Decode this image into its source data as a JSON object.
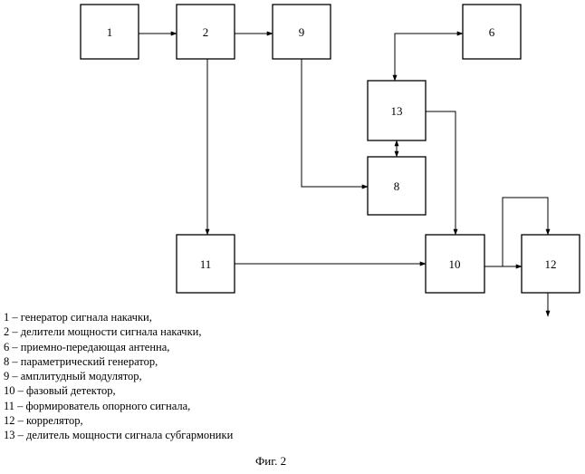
{
  "blocks": {
    "b1": "1",
    "b2": "2",
    "b9": "9",
    "b6": "6",
    "b13": "13",
    "b8": "8",
    "b11": "11",
    "b10": "10",
    "b12": "12"
  },
  "legend": [
    "1 – генератор сигнала накачки,",
    "2 – делители мощности сигнала накачки,",
    "6 – приемно-передающая антенна,",
    "8 – параметрический генератор,",
    "9 – амплитудный модулятор,",
    "10 – фазовый детектор,",
    "11 – формирователь опорного сигнала,",
    "12 – коррелятор,",
    "13 – делитель мощности сигнала субгармоники"
  ],
  "caption": "Фиг. 2"
}
